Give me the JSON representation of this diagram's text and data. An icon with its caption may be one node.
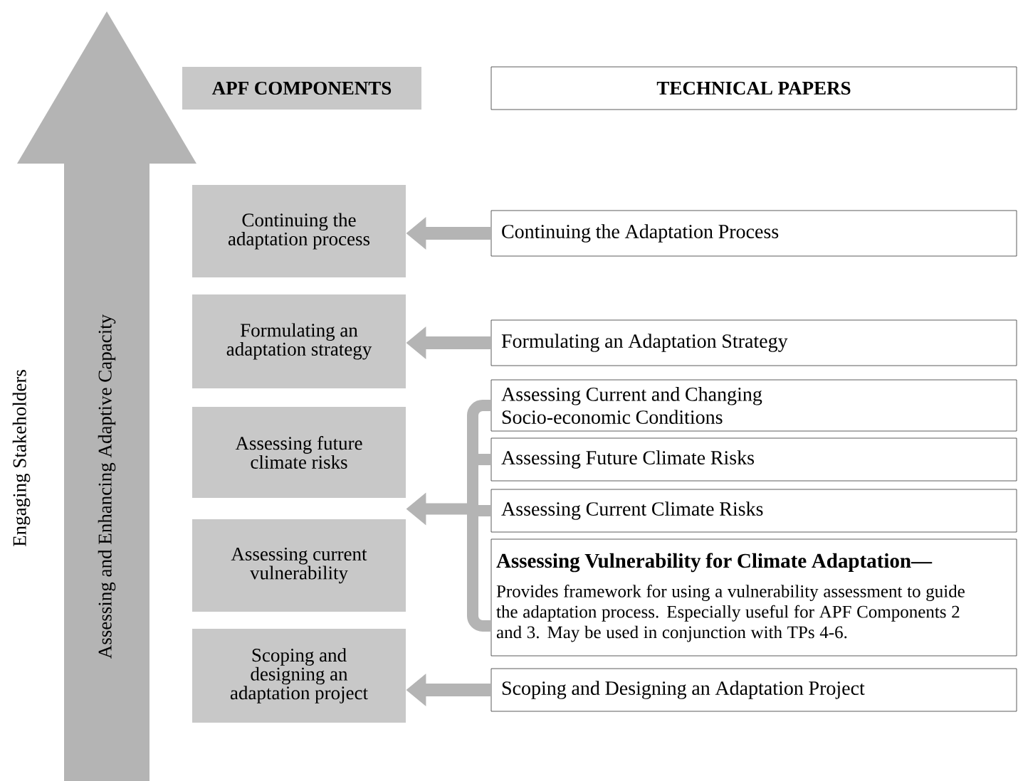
{
  "diagram": {
    "nodes": [
      {
        "text": [
          "Assessing and Enhancing Adaptive Capacity"
        ]
      },
      {
        "text": [
          "APF COMPONENTS"
        ]
      },
      {
        "text": [
          "TECHNICAL PAPERS"
        ]
      },
      {
        "text": [
          "Continuing the adaptation process"
        ]
      },
      {
        "text": [
          "Formulating an adaptation strategy"
        ]
      },
      {
        "text": [
          "Assessing future climate risks"
        ]
      },
      {
        "text": [
          "Assessing current vulnerability"
        ]
      },
      {
        "text": [
          "Scoping and designing an adaptation project"
        ]
      },
      {
        "text": [
          "Continuing the Adaptation Process"
        ]
      },
      {
        "text": [
          "Formulating an Adaptation Strategy"
        ]
      },
      {
        "text": [
          "Assessing Current and Changing Socio-economic Conditions"
        ]
      },
      {
        "text": [
          "Assessing Future Climate Risks"
        ]
      },
      {
        "text": [
          "Assessing Current Climate Risks"
        ]
      },
      {
        "text": [
          "Assessing Vulnerability for Climate Adaptation—",
          "Provides framework for using a vulnerability assessment to guide the adaptation process. Especially useful for APF Components 2 and 3. May be used in conjunction with TPs 4-6."
        ]
      },
      {
        "text": [
          "Scoping and Designing an Adaptation Project"
        ]
      }
    ],
    "edges": [
      {
        "from": 8,
        "to": 3,
        "arrow": "to"
      },
      {
        "from": 9,
        "to": 4,
        "arrow": "to"
      },
      {
        "from": 10,
        "to": 5,
        "arrow": "to"
      },
      {
        "from": 11,
        "to": 5,
        "arrow": "to"
      },
      {
        "from": 12,
        "to": 5,
        "arrow": "to"
      },
      {
        "from": 13,
        "to": 5,
        "arrow": "to"
      },
      {
        "from": 10,
        "to": 6,
        "arrow": "to"
      },
      {
        "from": 11,
        "to": 6,
        "arrow": "to"
      },
      {
        "from": 12,
        "to": 6,
        "arrow": "to"
      },
      {
        "from": 13,
        "to": 6,
        "arrow": "to"
      },
      {
        "from": 14,
        "to": 7,
        "arrow": "to"
      }
    ],
    "labels": [
      "Engaging Stakeholders"
    ]
  }
}
